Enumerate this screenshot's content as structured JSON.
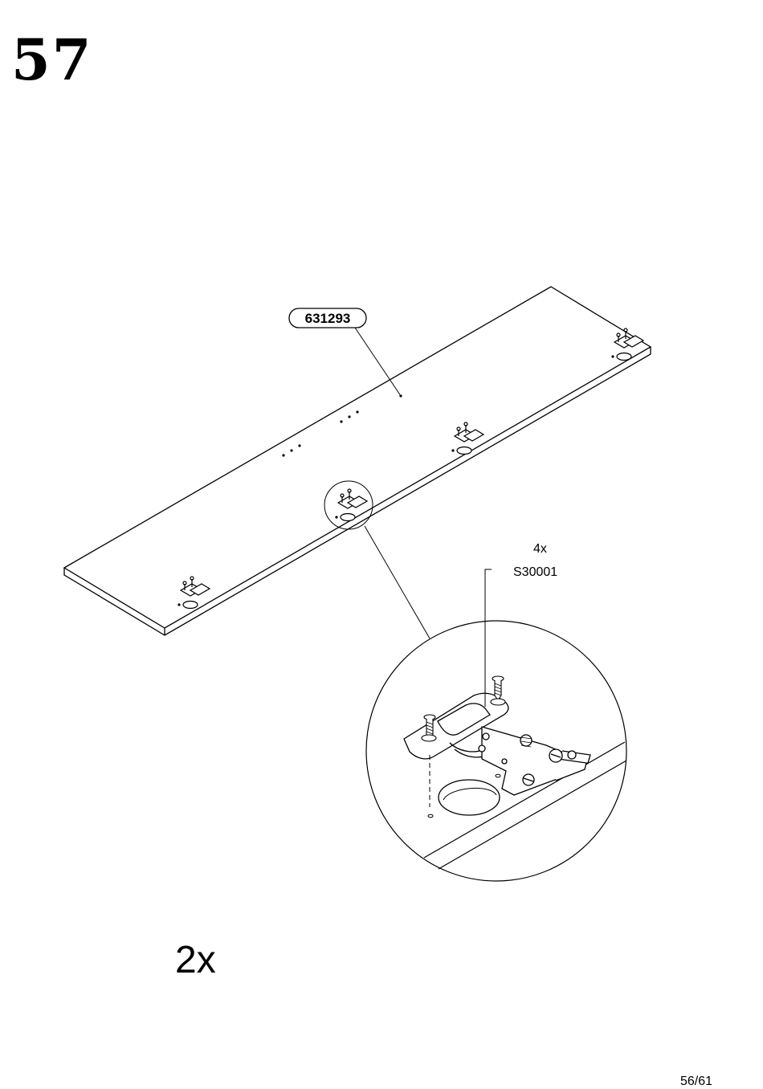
{
  "step": {
    "number": "57"
  },
  "panel": {
    "part_number": "631293"
  },
  "hinge_callout": {
    "quantity": "4x",
    "code": "S30001"
  },
  "assembly": {
    "quantity": "2x"
  },
  "footer": {
    "page": "56/61"
  },
  "icons": [
    "hinge-icon",
    "screw-icon",
    "magnifier-circle"
  ]
}
